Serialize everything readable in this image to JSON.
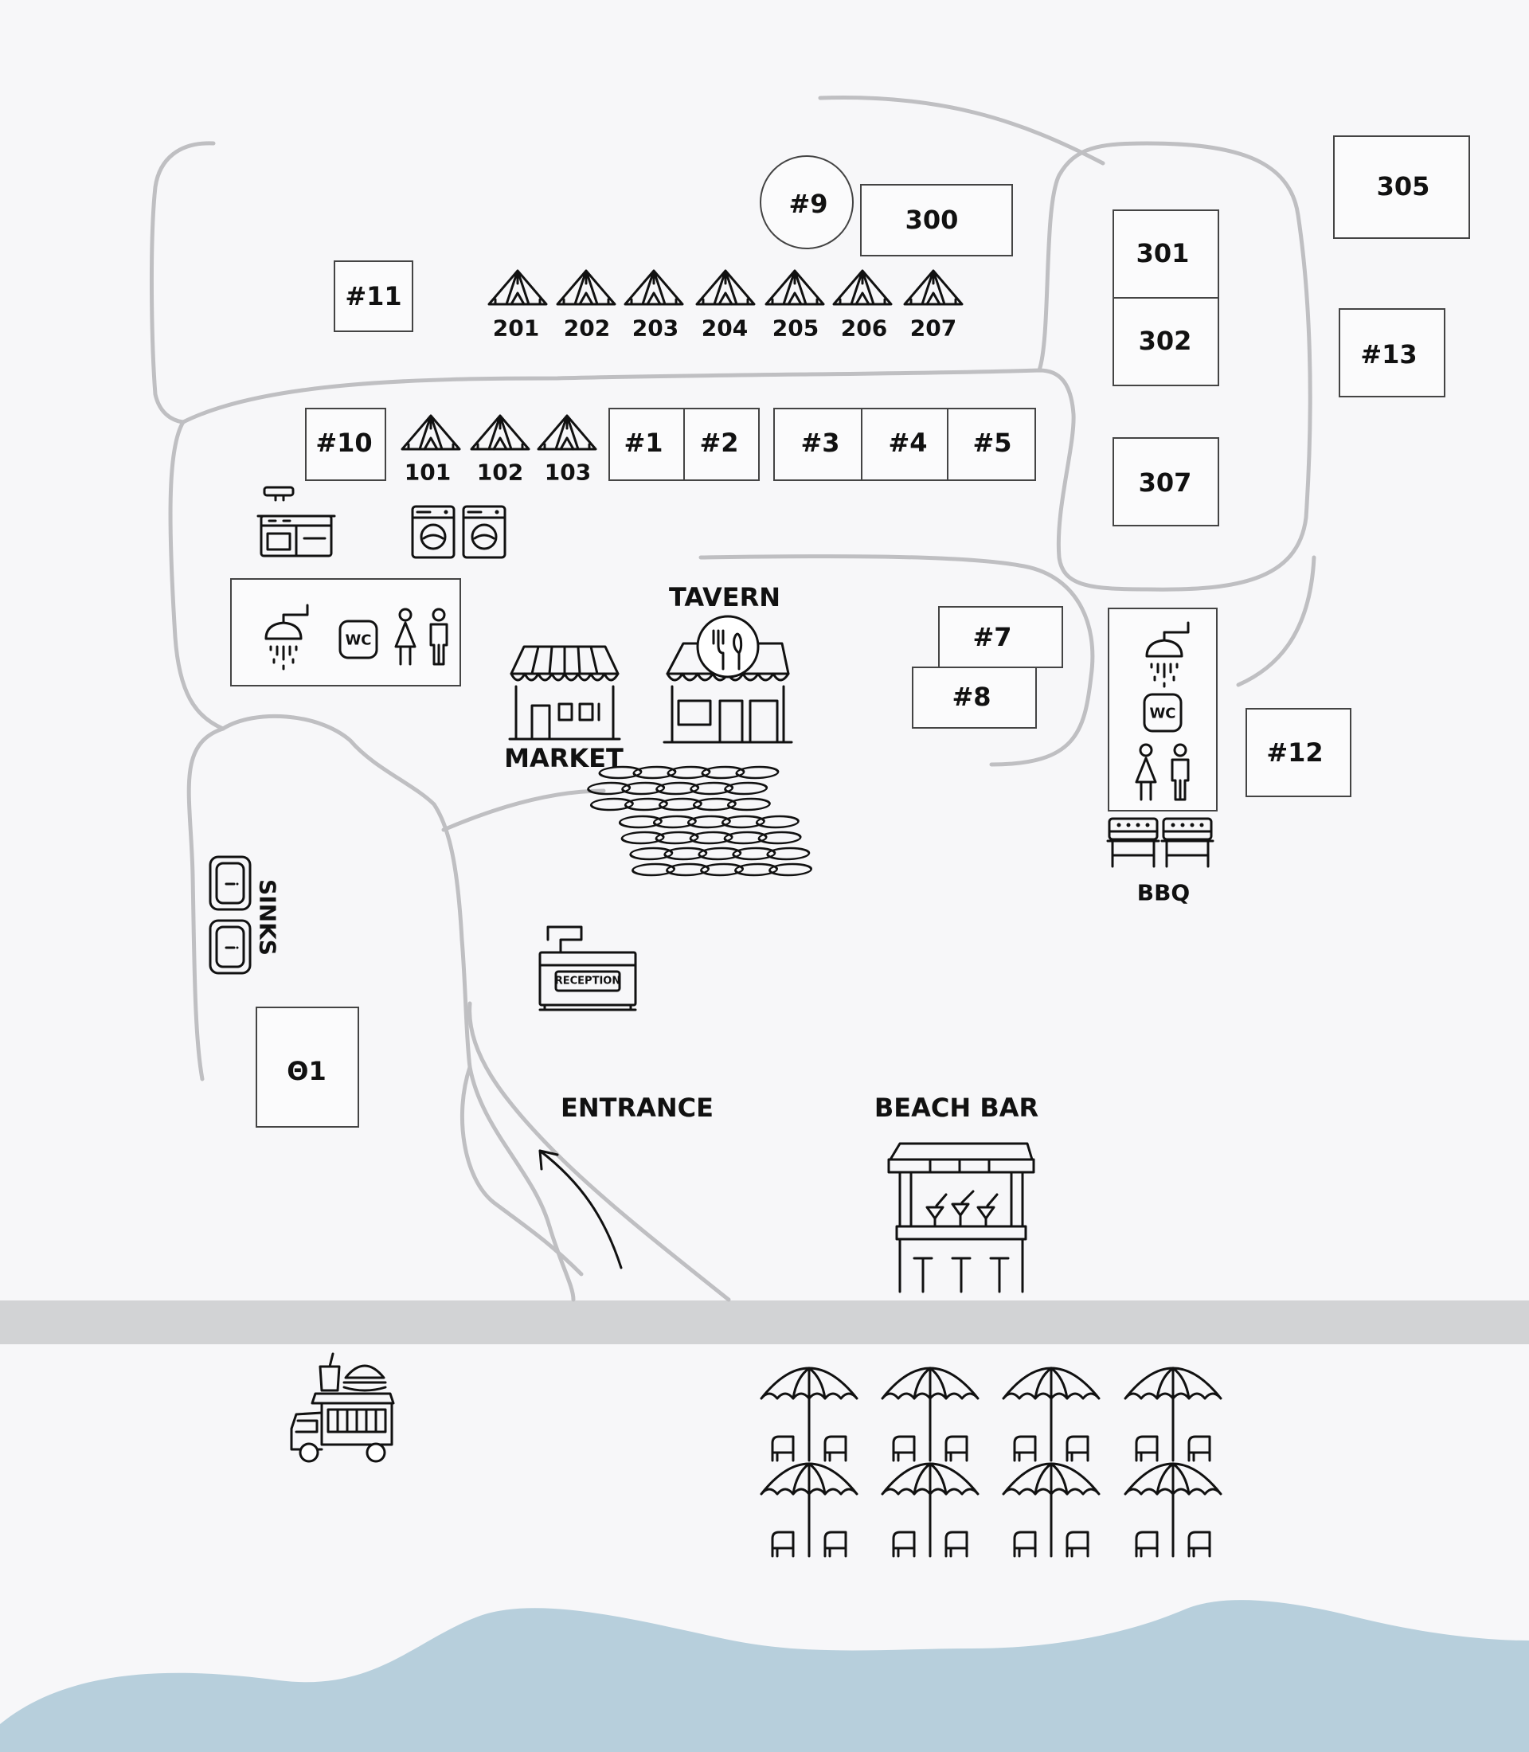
{
  "colors": {
    "background": "#f7f7f9",
    "paths": "#bfbfc2",
    "road": "#d2d3d5",
    "sea": "#b7cfdc",
    "ink": "#111111"
  },
  "spaces": {
    "s11": "#11",
    "s9": "#9",
    "s300": "300",
    "s301": "301",
    "s302": "302",
    "s305": "305",
    "s13": "#13",
    "s10": "#10",
    "s1": "#1",
    "s2": "#2",
    "s3": "#3",
    "s4": "#4",
    "s5": "#5",
    "s307": "307",
    "s7": "#7",
    "s8": "#8",
    "s12": "#12",
    "s01": "Θ1"
  },
  "tents_row_200": [
    "201",
    "202",
    "203",
    "204",
    "205",
    "206",
    "207"
  ],
  "tents_row_100": [
    "101",
    "102",
    "103"
  ],
  "facilities": {
    "wc": "WC",
    "market": "MARKET",
    "tavern": "TAVERN",
    "bbq": "BBQ",
    "sinks": "SINKS",
    "reception": "RECEPTION",
    "entrance": "ENTRANCE",
    "beach_bar": "BEACH BAR"
  },
  "icons": [
    "tent-icon",
    "stove-icon",
    "washing-machine-icon",
    "shower-icon",
    "wc-icon",
    "woman-icon",
    "man-icon",
    "market-icon",
    "tavern-icon",
    "seating-icon",
    "bbq-grill-icon",
    "sink-icon",
    "reception-desk-icon",
    "arrow-icon",
    "beach-bar-icon",
    "food-truck-icon",
    "umbrella-icon",
    "sunbed-icon",
    "sea-wave"
  ]
}
